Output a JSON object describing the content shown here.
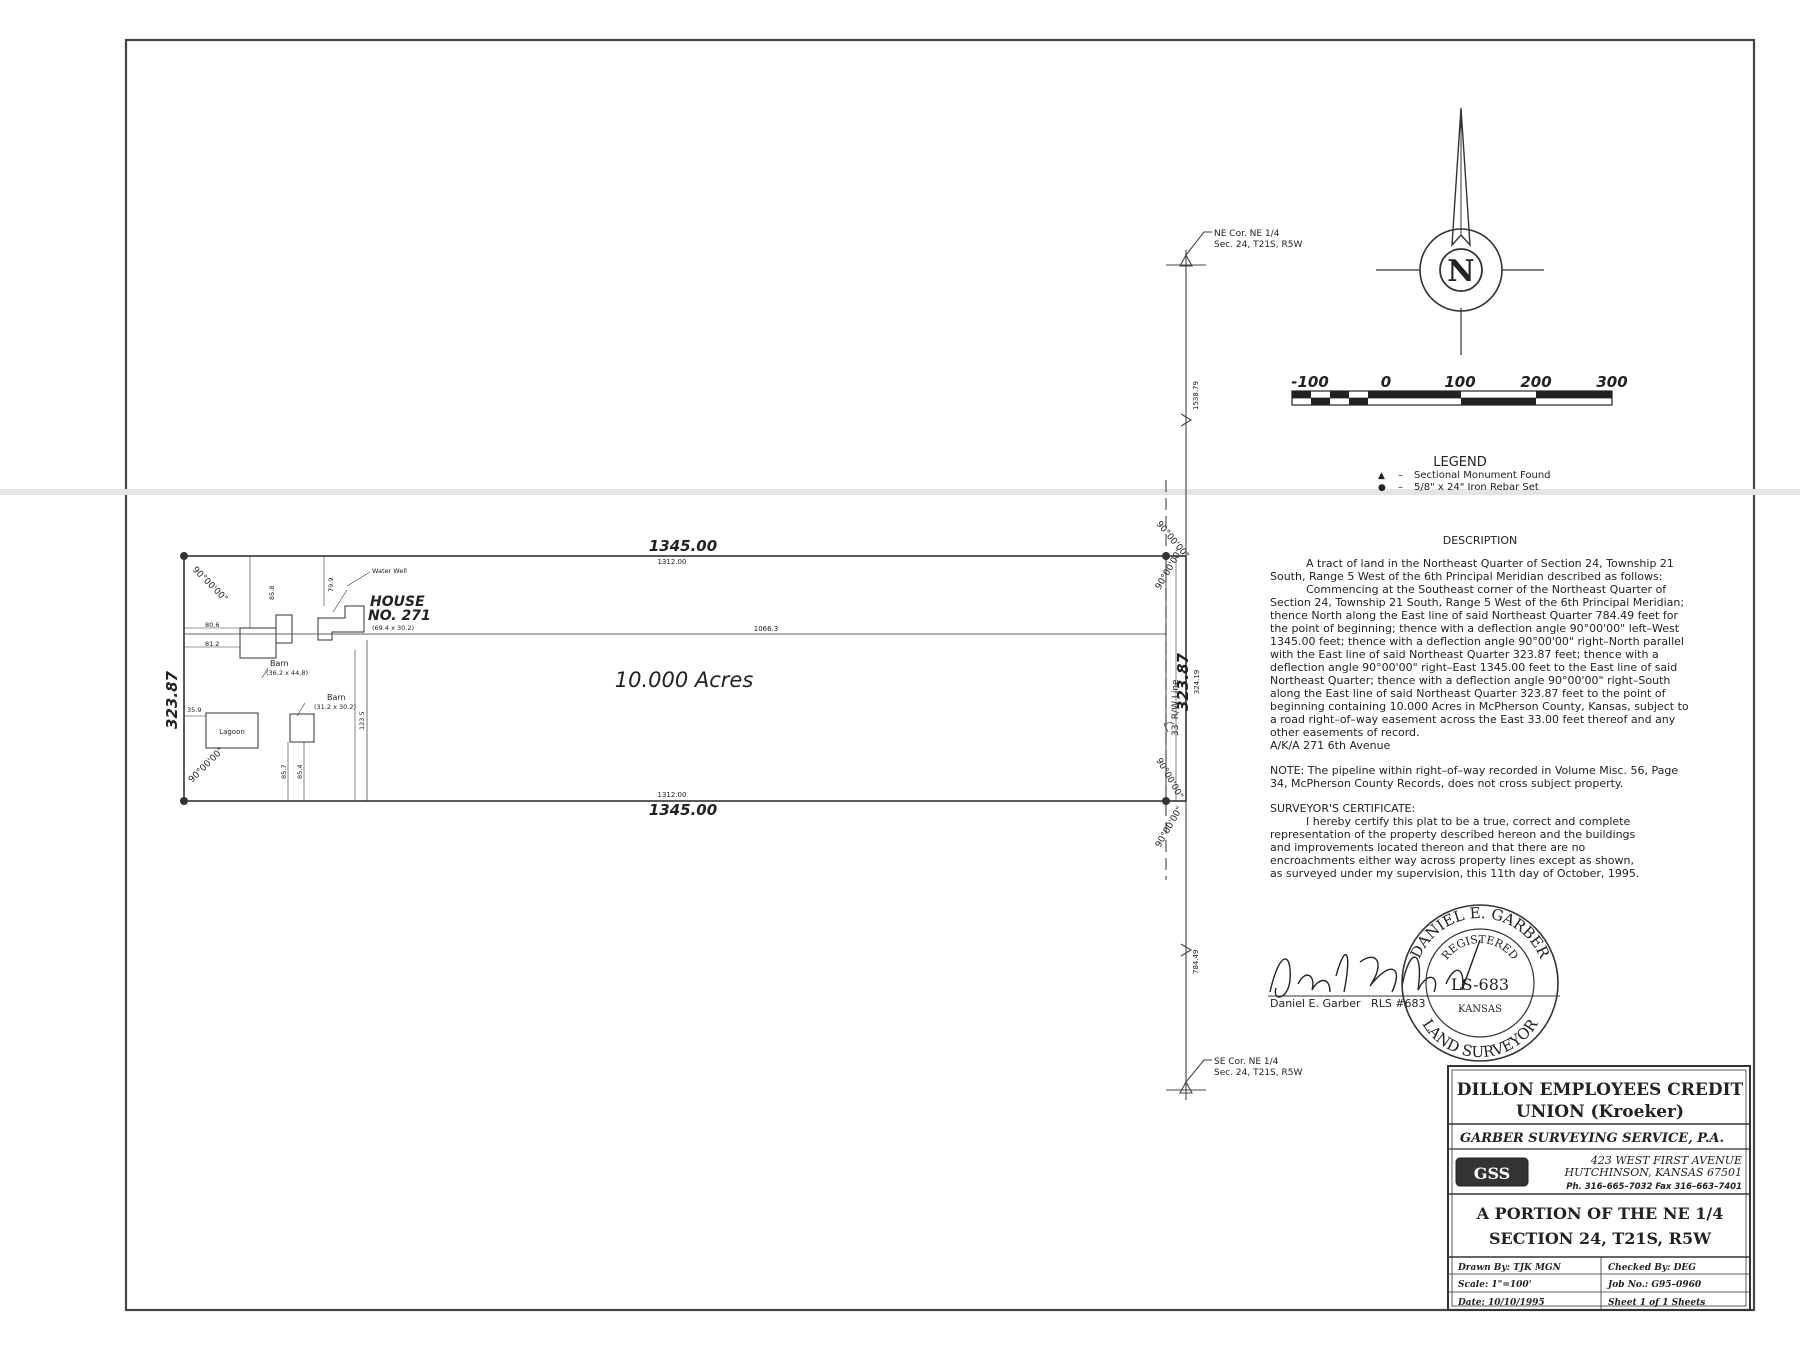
{
  "plat": {
    "north_label": "N",
    "scale_ticks": [
      "-100",
      "0",
      "100",
      "200",
      "300"
    ],
    "legend": {
      "title": "LEGEND",
      "items": [
        {
          "symbol": "▲",
          "dash": "–",
          "text": "Sectional Monument Found"
        },
        {
          "symbol": "●",
          "dash": "–",
          "text": "5/8\" x 24\" Iron Rebar Set"
        }
      ]
    },
    "ne_corner": [
      "NE Cor. NE 1/4",
      "Sec. 24, T21S, R5W"
    ],
    "se_corner": [
      "SE Cor. NE 1/4",
      "Sec. 24, T21S, R5W"
    ],
    "dim_north_top": "1345.00",
    "dim_north_inner": "1312.00",
    "dim_south_inner": "1312.00",
    "dim_south_bottom": "1345.00",
    "dim_west": "323.87",
    "dim_east": "323.87",
    "dim_east_inner": "324.19",
    "dim_upper_line": "1538.79",
    "dim_lower_line": "784.49",
    "dim_house_east": "1066.3",
    "angle": "90°00'00\"",
    "acres": "10.000 Acres",
    "row_line": "33' R/W Line",
    "house_title": "HOUSE",
    "house_no": "NO. 271",
    "house_dims": "(69.4 x 30.2)",
    "water_well": "Water Well",
    "barn1_label": "Barn",
    "barn1_dims": "(36.2 x 44.8)",
    "barn2_label": "Barn",
    "barn2_dims": "(31.2 x 30.2)",
    "lagoon": "Lagoon",
    "dim_80_6": "80.6",
    "dim_81_2": "81.2",
    "dim_85_8": "85.8",
    "dim_79_9": "79.9",
    "dim_35_9": "35.9",
    "dim_85_7": "85.7",
    "dim_85_4": "85.4",
    "dim_123_5": "123.5"
  },
  "description": {
    "heading": "DESCRIPTION",
    "p1": "A tract of land in the Northeast Quarter of Section 24, Township 21 South, Range 5 West of the 6th Principal Meridian described as follows:",
    "p2": "Commencing at the Southeast corner of the Northeast Quarter of Section 24, Township 21 South, Range 5 West of the 6th Principal Meridian; thence North along the East line of said Northeast Quarter 784.49 feet for the point of beginning; thence with a deflection angle 90°00'00\" left–West 1345.00 feet; thence with a deflection angle 90°00'00\" right–North parallel with the East line of said Northeast Quarter 323.87 feet; thence with a deflection angle 90°00'00\" right–East 1345.00 feet to the East line of said Northeast Quarter; thence with a deflection angle 90°00'00\" right–South along the East line of said Northeast Quarter 323.87 feet to the point of beginning containing 10.000 Acres in McPherson County, Kansas, subject to a road right–of–way easement across the East 33.00 feet thereof and any other easements of record.",
    "aka": "A/K/A 271 6th Avenue",
    "note": "NOTE: The pipeline within right–of–way recorded in Volume Misc. 56, Page 34, McPherson County Records, does not cross subject property.",
    "cert_heading": "SURVEYOR'S CERTIFICATE:",
    "cert_text": "I hereby certify this plat to be a true, correct and complete representation of the property described hereon and the buildings and improvements located thereon and that there are no encroachments either way across property lines except as shown, as surveyed under my supervision, this 11th day of October, 1995.",
    "signer": "Daniel E. Garber   RLS #683",
    "signature": "Daniel E. Garber"
  },
  "seal": {
    "top": "DANIEL E. GARBER",
    "inner_top": "REGISTERED",
    "number": "LS-683",
    "state": "KANSAS",
    "bottom": "LAND SURVEYOR"
  },
  "title_block": {
    "client_line1": "DILLON EMPLOYEES CREDIT",
    "client_line2": "UNION (Kroeker)",
    "company": "GARBER SURVEYING SERVICE, P.A.",
    "logo": "GSS",
    "address1": "423 WEST FIRST AVENUE",
    "address2": "HUTCHINSON, KANSAS 67501",
    "phone": "Ph. 316–665–7032  Fax 316–663–7401",
    "portion1": "A PORTION OF THE NE 1/4",
    "portion2": "SECTION 24, T21S, R5W",
    "drawn_by": "Drawn By: TJK MGN",
    "checked_by": "Checked By: DEG",
    "scale": "Scale:  1\"=100'",
    "job_no": "Job No.:  G95–0960",
    "date": "Date:  10/10/1995",
    "sheet": "Sheet  1  of  1  Sheets"
  }
}
